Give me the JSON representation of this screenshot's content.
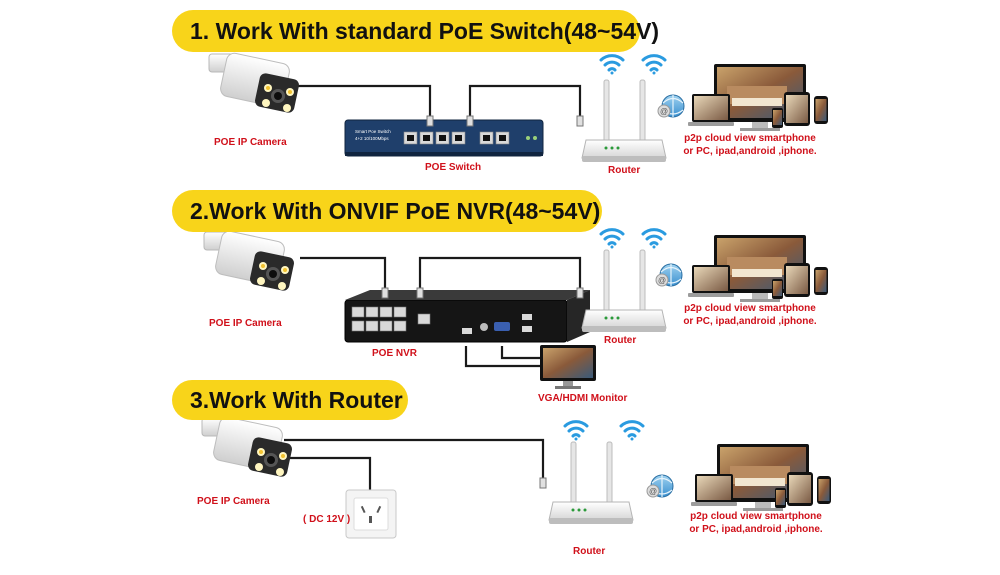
{
  "sections": [
    {
      "title": "1. Work With standard PoE Switch(48~54V)",
      "camera_label": "POE IP Camera",
      "hub_label": "POE Switch",
      "router_label": "Router",
      "cloud_label_line1": "p2p cloud view smartphone",
      "cloud_label_line2": "or PC, ipad,android ,iphone.",
      "switch_text_line1": "Smart Poe Switch",
      "switch_text_line2": "4+2 10/100Mbps"
    },
    {
      "title": "2.Work With ONVIF PoE NVR(48~54V)",
      "camera_label": "POE IP Camera",
      "hub_label": "POE NVR",
      "router_label": "Router",
      "monitor_label": "VGA/HDMI Monitor",
      "cloud_label_line1": "p2p cloud view smartphone",
      "cloud_label_line2": "or PC, ipad,android ,iphone."
    },
    {
      "title": "3.Work With Router",
      "camera_label": "POE IP Camera",
      "power_label": "( DC 12V )",
      "router_label": "Router",
      "cloud_label_line1": "p2p cloud view smartphone",
      "cloud_label_line2": "or PC, ipad,android ,iphone."
    }
  ],
  "colors": {
    "header_bg": "#f8d41a",
    "label_red": "#d0101a",
    "cable": "#1a1a1a",
    "switch_blue": "#1f3f6b",
    "nvr_black": "#151515"
  },
  "icons": [
    "camera-icon",
    "poe-switch-icon",
    "nvr-icon",
    "router-icon",
    "wifi-icon",
    "cloud-icon",
    "devices-icon",
    "monitor-icon",
    "power-socket-icon"
  ]
}
